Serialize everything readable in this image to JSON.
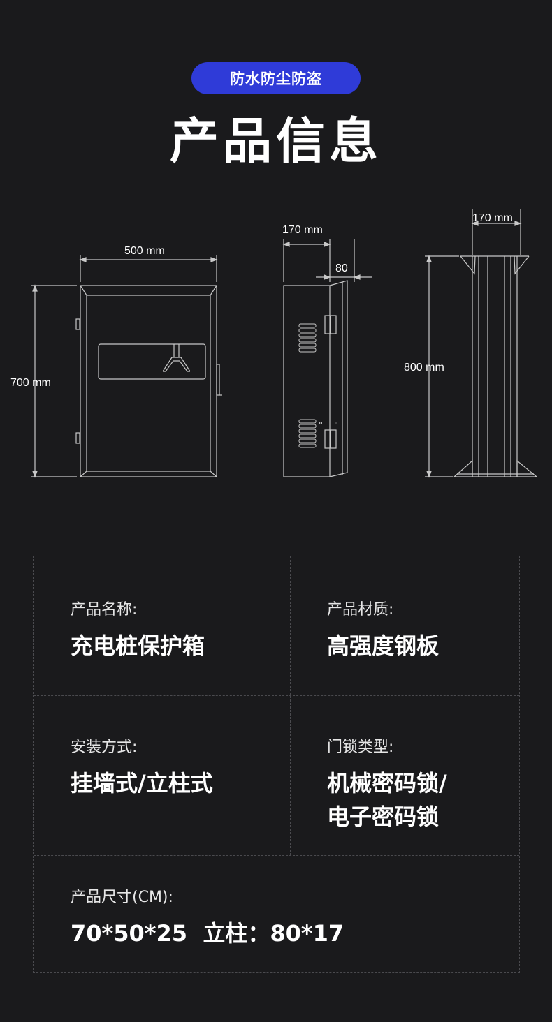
{
  "badge": "防水防尘防盗",
  "title": "产品信息",
  "dimensions": {
    "front_width": "500 mm",
    "front_height": "700 mm",
    "side_depth": "170 mm",
    "side_offset": "80",
    "pillar_width": "170 mm",
    "pillar_height": "800 mm"
  },
  "info": {
    "name_label": "产品名称:",
    "name_value": "充电桩保护箱",
    "material_label": "产品材质:",
    "material_value": "高强度钢板",
    "install_label": "安装方式:",
    "install_value": "挂墙式/立柱式",
    "lock_label": "门锁类型:",
    "lock_value_line1": "机械密码锁/",
    "lock_value_line2": "电子密码锁",
    "size_label": "产品尺寸(CM):",
    "size_value": "70*50*25  立柱：80*17"
  },
  "colors": {
    "background": "#1a1a1c",
    "badge": "#2f3bd8",
    "text": "#ffffff"
  }
}
